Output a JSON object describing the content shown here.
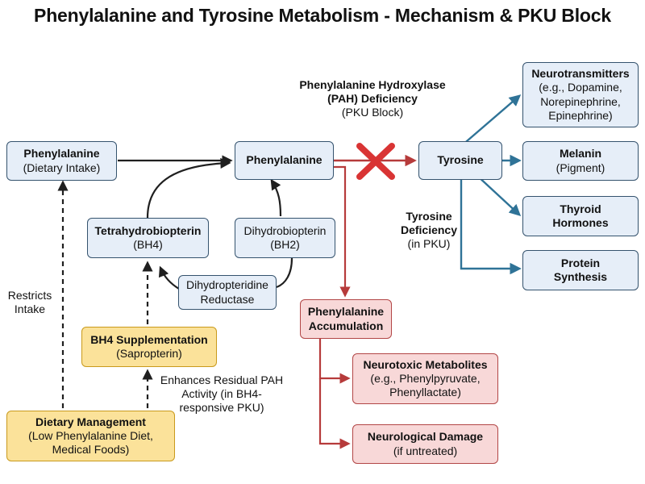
{
  "title": "Phenylalanine and Tyrosine Metabolism - Mechanism & PKU Block",
  "nodes": {
    "phe_diet": {
      "title": "Phenylalanine",
      "sub": "(Dietary Intake)"
    },
    "phe": {
      "title": "Phenylalanine"
    },
    "tyr": {
      "title": "Tyrosine"
    },
    "neuro": {
      "title": "Neurotransmitters",
      "sub1": "(e.g., Dopamine,",
      "sub2": "Norepinephrine,",
      "sub3": "Epinephrine)"
    },
    "melanin": {
      "title": "Melanin",
      "sub": "(Pigment)"
    },
    "thyroid": {
      "title1": "Thyroid",
      "title2": "Hormones"
    },
    "protein": {
      "title1": "Protein",
      "title2": "Synthesis"
    },
    "bh4": {
      "title": "Tetrahydrobiopterin",
      "sub": "(BH4)"
    },
    "bh2": {
      "line1": "Dihydrobiopterin",
      "line2": "(BH2)"
    },
    "dhpr": {
      "line1": "Dihydropteridine",
      "line2": "Reductase"
    },
    "accum": {
      "title1": "Phenylalanine",
      "title2": "Accumulation"
    },
    "toxic": {
      "title": "Neurotoxic Metabolites",
      "sub1": "(e.g., Phenylpyruvate,",
      "sub2": "Phenyllactate)"
    },
    "damage": {
      "title": "Neurological Damage",
      "sub": "(if untreated)"
    },
    "bh4supp": {
      "title": "BH4 Supplementation",
      "sub": "(Sapropterin)"
    },
    "diet": {
      "title": "Dietary Management",
      "sub1": "(Low Phenylalanine Diet,",
      "sub2": "Medical Foods)"
    }
  },
  "labels": {
    "pah_title1": "Phenylalanine Hydroxylase",
    "pah_title2": "(PAH) Deficiency",
    "pah_sub": "(PKU Block)",
    "tyrdef_title1": "Tyrosine",
    "tyrdef_title2": "Deficiency",
    "tyrdef_sub": "(in PKU)",
    "restricts1": "Restricts",
    "restricts2": "Intake",
    "enhances1": "Enhances Residual PAH",
    "enhances2": "Activity (in BH4-",
    "enhances3": "responsive PKU)"
  },
  "icons": {
    "block": "red-x-block-icon"
  },
  "colors": {
    "main_arrow": "#1f1f1f",
    "block_arrow": "#b63b3b",
    "tyrosine_arrow": "#2f7397",
    "block_x": "#d93434"
  }
}
